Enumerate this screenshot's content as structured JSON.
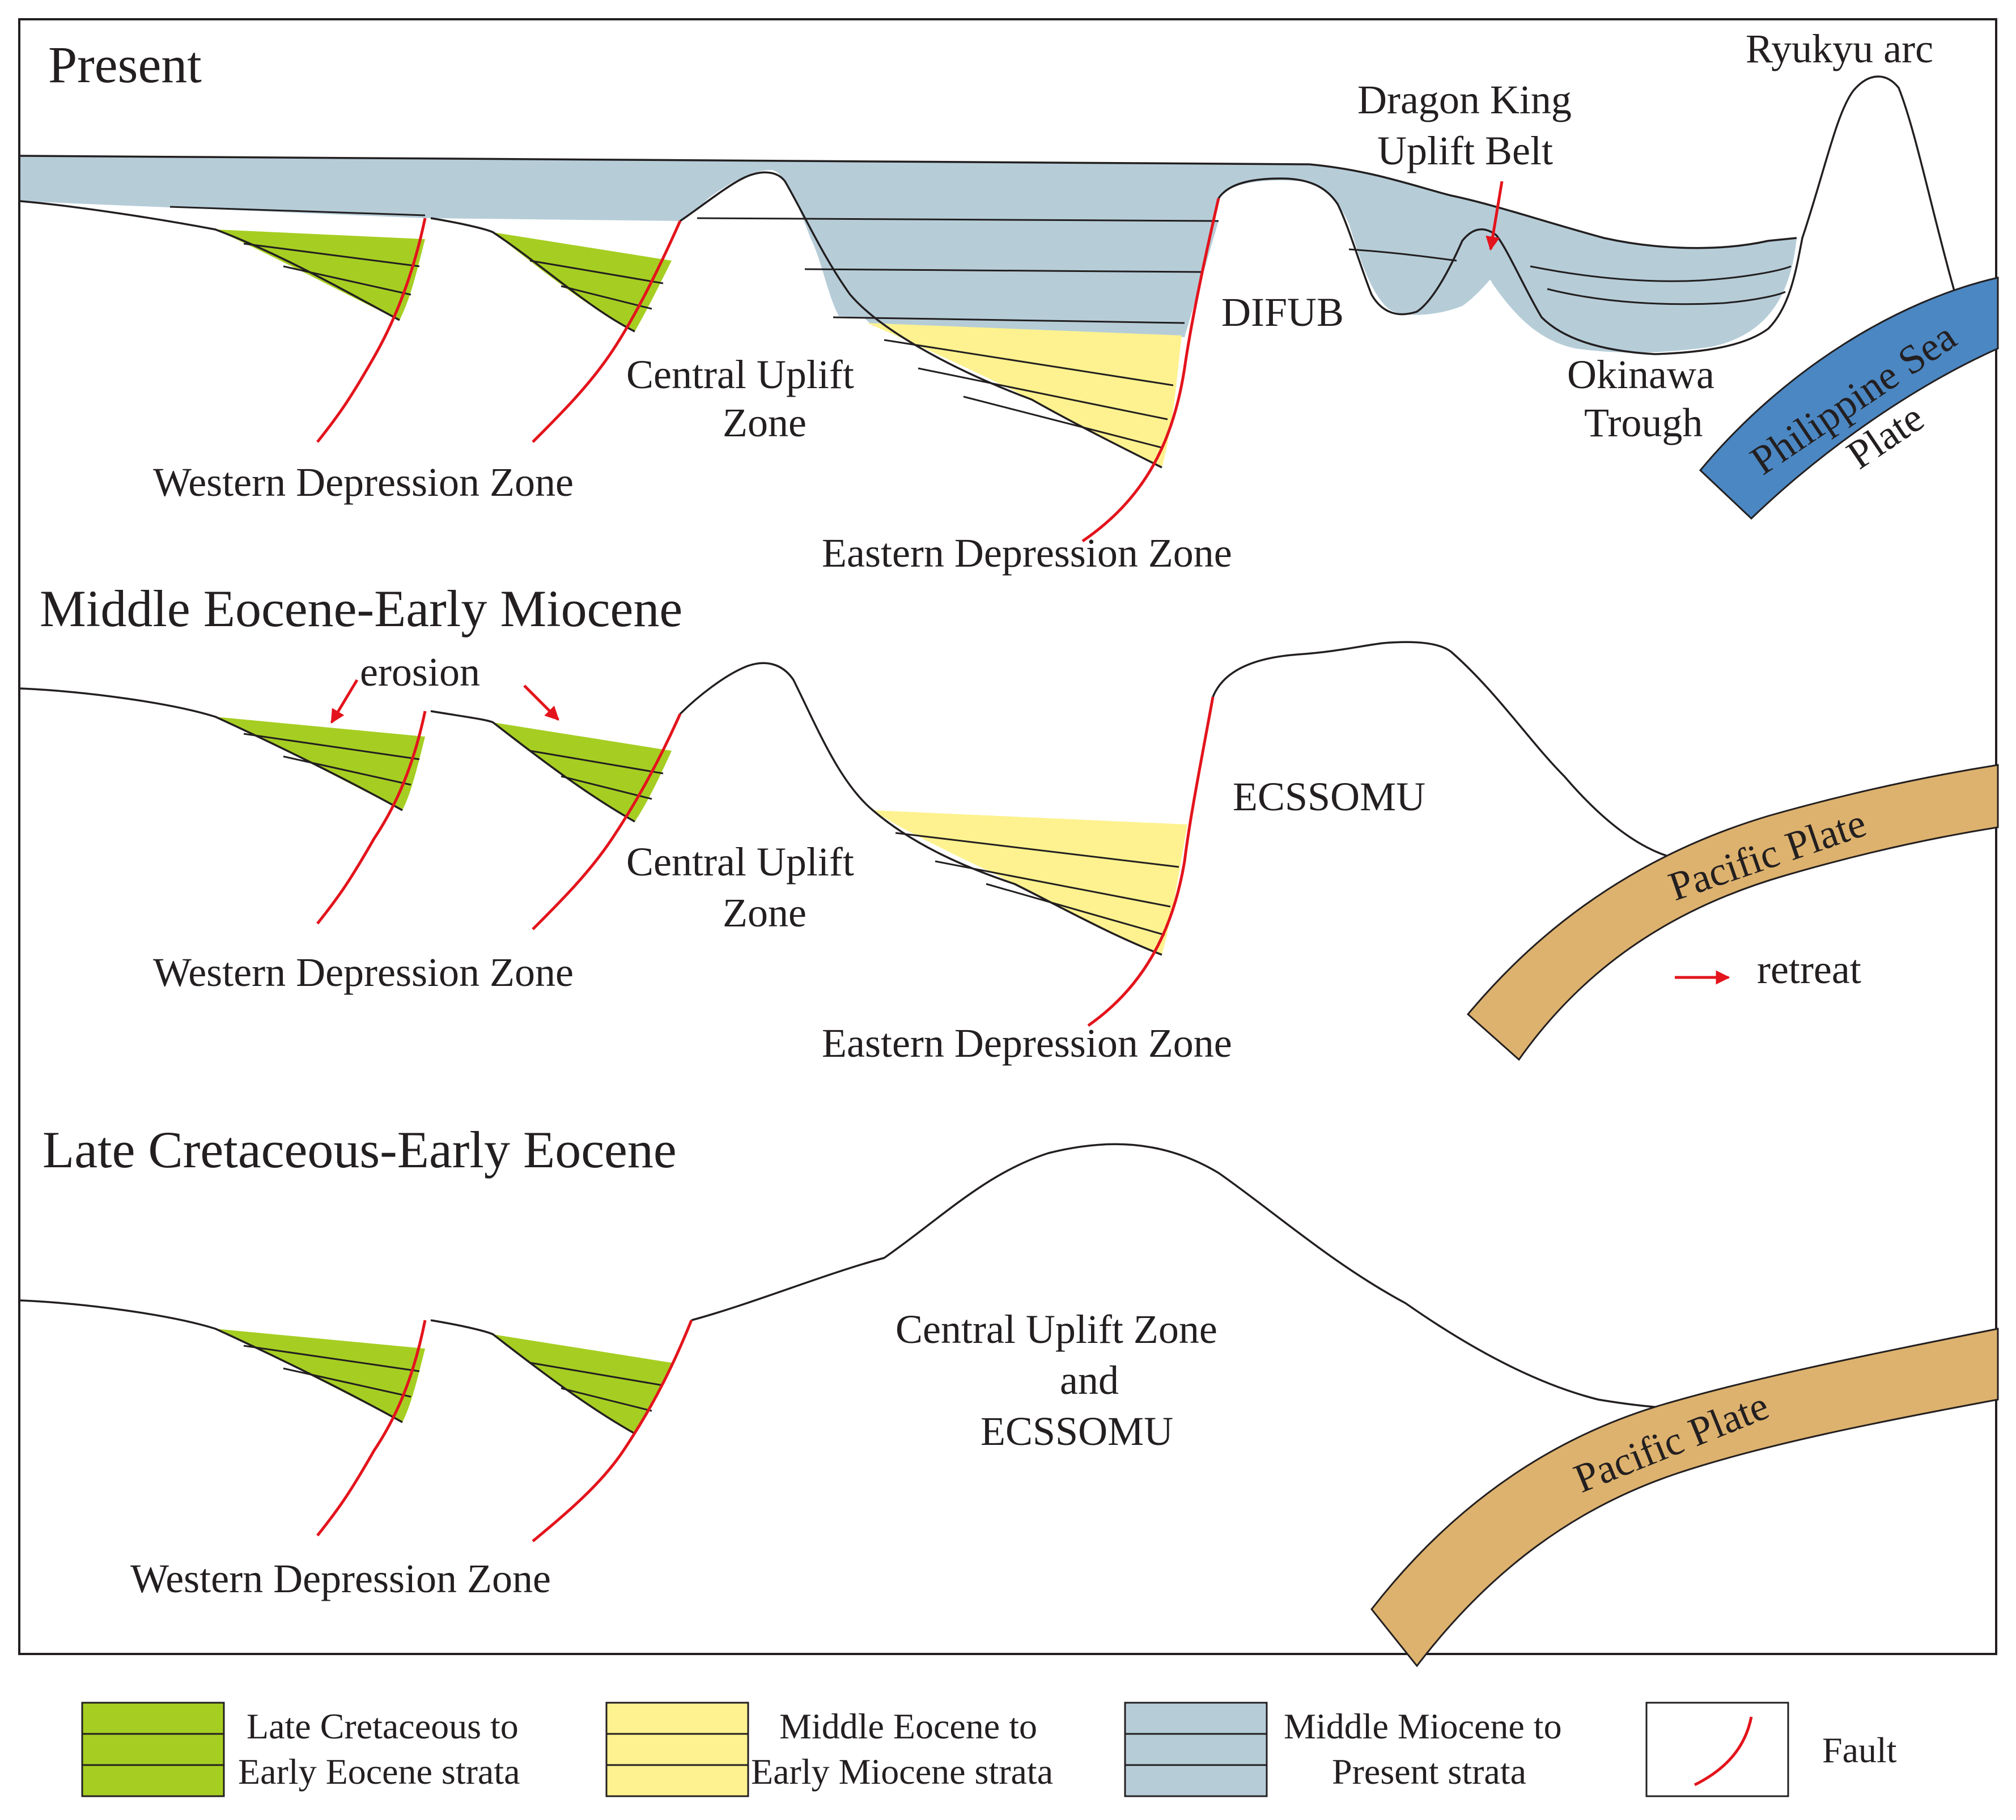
{
  "colors": {
    "green_strata": "#a6ce22",
    "yellow_strata": "#fdf28f",
    "blue_strata": "#b6cdd8",
    "philippine_plate": "#4b87c2",
    "pacific_plate": "#ddb26e",
    "fault": "#e3141c",
    "outline": "#231f20"
  },
  "panels": {
    "present": {
      "title": "Present",
      "western_depression": "Western Depression Zone",
      "central_uplift": [
        "Central Uplift",
        "Zone"
      ],
      "eastern_depression": "Eastern Depression Zone",
      "difub": "DIFUB",
      "dragon_king": [
        "Dragon King",
        "Uplift Belt"
      ],
      "okinawa": [
        "Okinawa",
        "Trough"
      ],
      "ryukyu": "Ryukyu arc",
      "philippine_plate": [
        "Philippine Sea",
        "Plate"
      ]
    },
    "middle": {
      "title": "Middle Eocene-Early Miocene",
      "erosion": "erosion",
      "western_depression": "Western Depression Zone",
      "central_uplift": [
        "Central Uplift",
        "Zone"
      ],
      "eastern_depression": "Eastern Depression Zone",
      "ecssomu": "ECSSOMU",
      "pacific_plate": "Pacific Plate",
      "retreat": "retreat"
    },
    "late": {
      "title": "Late Cretaceous-Early Eocene",
      "western_depression": "Western Depression Zone",
      "central_uplift": [
        "Central Uplift Zone",
        "and",
        "ECSSOMU"
      ],
      "pacific_plate": "Pacific Plate"
    }
  },
  "legend": [
    {
      "icon": "green-strata-swatch",
      "lines": [
        "Late Cretaceous to",
        "Early Eocene strata"
      ]
    },
    {
      "icon": "yellow-strata-swatch",
      "lines": [
        "Middle Eocene to",
        "Early Miocene strata"
      ]
    },
    {
      "icon": "blue-strata-swatch",
      "lines": [
        "Middle Miocene to",
        "Present strata"
      ]
    },
    {
      "icon": "fault-swatch",
      "lines": [
        "Fault"
      ]
    }
  ]
}
